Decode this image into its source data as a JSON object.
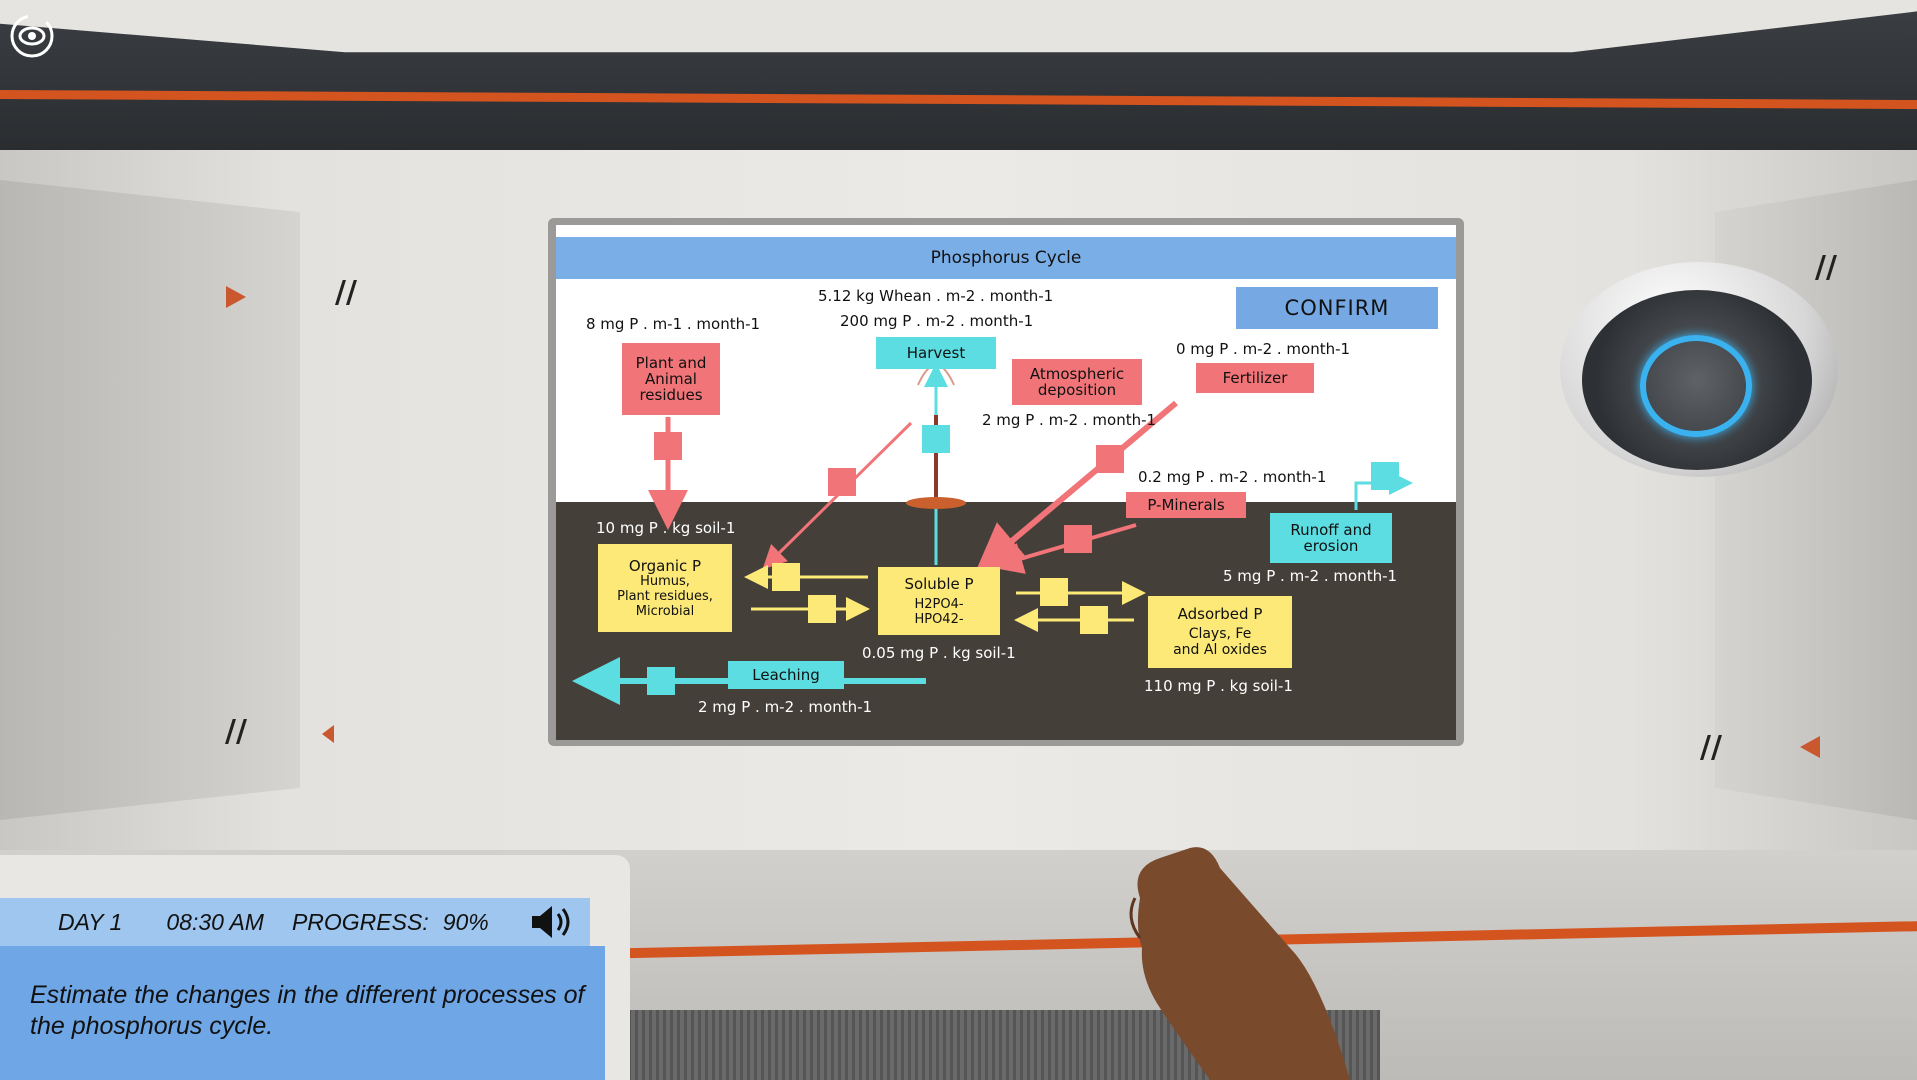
{
  "screen": {
    "title": "Phosphorus Cycle",
    "confirm_label": "CONFIRM",
    "nodes": {
      "plant_animal_residues": "Plant and\nAnimal\nresidues",
      "harvest": "Harvest",
      "atmospheric_deposition": "Atmospheric\ndeposition",
      "fertilizer": "Fertilizer",
      "p_minerals": "P-Minerals",
      "runoff_erosion": "Runoff and\nerosion",
      "organic_p_title": "Organic P",
      "organic_p_sub": "Humus,\nPlant residues,\nMicrobial",
      "soluble_p_title": "Soluble P",
      "soluble_p_sub1": "H2PO4-",
      "soluble_p_sub2": "HPO42-",
      "adsorbed_p_title": "Adsorbed P",
      "adsorbed_p_sub": "Clays, Fe\nand Al oxides",
      "leaching": "Leaching"
    },
    "values": {
      "residues_flux": "8 mg P . m-1 . month-1",
      "harvest_yield": "5.12 kg Whean . m-2 . month-1",
      "harvest_flux": "200 mg P . m-2 . month-1",
      "fertilizer_flux": "0 mg P . m-2 . month-1",
      "atmospheric_flux": "2 mg P . m-2 . month-1",
      "minerals_flux": "0.2 mg P . m-2 . month-1",
      "organic_pool": "10 mg P . kg soil-1",
      "runoff_flux": "5 mg P . m-2 . month-1",
      "soluble_pool": "0.05 mg P . kg soil-1",
      "adsorbed_pool": "110 mg P . kg soil-1",
      "leaching_flux": "2 mg P . m-2 . month-1"
    }
  },
  "hud": {
    "day": "DAY 1",
    "time": "08:30 AM",
    "progress_label": "PROGRESS:",
    "progress_value": "90%",
    "instruction": "Estimate the changes in the different processes of the phosphorus cycle."
  },
  "colors": {
    "pink": "#f07478",
    "cyan": "#5cdde2",
    "yellow": "#fce978",
    "title_bar": "#7aaee6",
    "soil": "#453f39",
    "accent_stripe": "#d4541f",
    "hud_blue": "#6fa6e6"
  },
  "icons": [
    "view-rotate-icon",
    "speaker-icon",
    "hand-icon",
    "robot-drone"
  ]
}
